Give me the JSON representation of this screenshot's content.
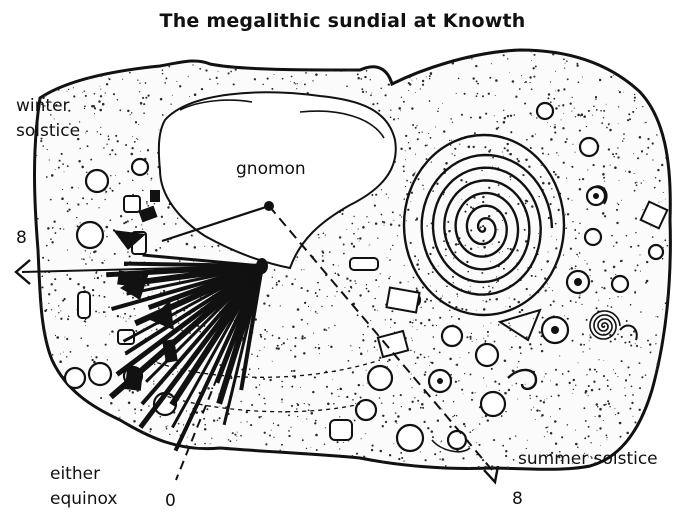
{
  "title": "The megalithic sundial at Knowth",
  "labels": {
    "winter_solstice": [
      "winter",
      "solstice"
    ],
    "gnomon": "gnomon",
    "either_equinox": [
      "either",
      "equinox"
    ],
    "summer_solstice": "summer solstice",
    "hour_left": "8",
    "hour_right": "8",
    "hour_bottom": "0"
  },
  "colors": {
    "ink": "#111111",
    "stone_speckle": "#2a2a2a",
    "background": "#ffffff"
  }
}
